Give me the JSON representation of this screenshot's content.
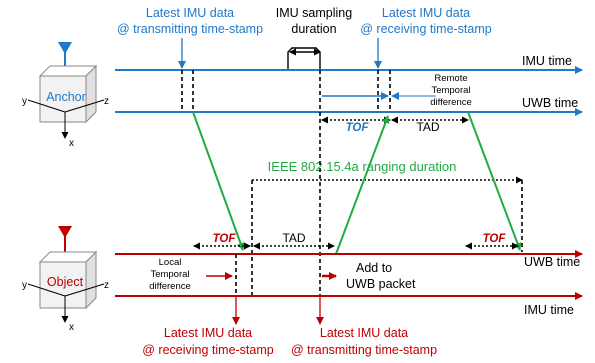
{
  "colors": {
    "anchor_blue": "#1f78c8",
    "object_red": "#c00000",
    "packet_green": "#22aa44",
    "black": "#000000",
    "box_fill": "#f2f2f2"
  },
  "top_labels": {
    "imu_tx_line1": "Latest IMU data",
    "imu_tx_line2": "@ transmitting time-stamp",
    "sampling_line1": "IMU sampling",
    "sampling_line2": "duration",
    "imu_rx_line1": "Latest IMU data",
    "imu_rx_line2": "@ receiving time-stamp"
  },
  "anchor": {
    "name": "Anchor",
    "axis_y": "y",
    "axis_z": "z",
    "axis_x": "x",
    "imu_time": "IMU time",
    "uwb_time": "UWB time",
    "remote_temporal_line1": "Remote",
    "remote_temporal_line2": "Temporal",
    "remote_temporal_line3": "difference",
    "tof": "TOF",
    "tad": "TAD"
  },
  "ranging": {
    "label": "IEEE 802.15.4a ranging duration"
  },
  "object": {
    "name": "Object",
    "axis_y": "y",
    "axis_z": "z",
    "axis_x": "x",
    "uwb_time": "UWB time",
    "imu_time": "IMU time",
    "local_temporal_line1": "Local",
    "local_temporal_line2": "Temporal",
    "local_temporal_line3": "difference",
    "tof_left": "TOF",
    "tad": "TAD",
    "tof_right": "TOF",
    "add_line1": "Add to",
    "add_line2": "UWB packet"
  },
  "bottom_labels": {
    "imu_rx_line1": "Latest IMU data",
    "imu_rx_line2": "@ receiving time-stamp",
    "imu_tx_line1": "Latest IMU data",
    "imu_tx_line2": "@ transmitting time-stamp"
  }
}
